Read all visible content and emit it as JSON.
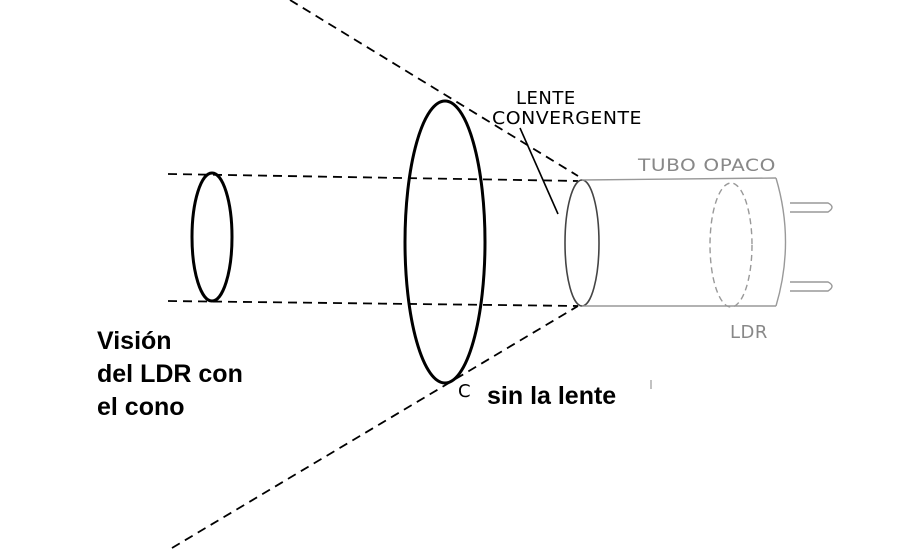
{
  "colors": {
    "ink": "#000000",
    "faint_ink": "#888888",
    "background": "#ffffff"
  },
  "diagram": {
    "lens_label_line1": "LENTE",
    "lens_label_line2": "CONVERGENTE",
    "tube_label": "TUBO OPACO",
    "ldr_label": "LDR",
    "point_label": "C"
  },
  "captions": {
    "vision_line1": "Visión",
    "vision_line2": "del LDR con",
    "vision_line3": "el cono",
    "without_lens": "sin la lente"
  }
}
